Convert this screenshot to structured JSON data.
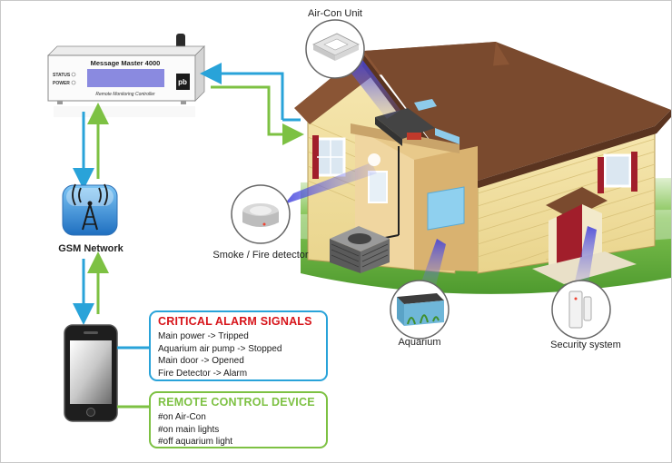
{
  "controller": {
    "title": "Message Master 4000",
    "status_label": "STATUS",
    "power_label": "POWER",
    "subtitle": "Remote Monitoring Controller",
    "logo_text": "pb"
  },
  "network_label": "GSM Network",
  "devices": {
    "aircon": "Air-Con Unit",
    "smoke": "Smoke / Fire detector",
    "aquarium": "Aquarium",
    "security": "Security system"
  },
  "alarm_box": {
    "title": "CRITICAL ALARM SIGNALS",
    "lines": [
      "Main power -> Tripped",
      "Aquarium air pump -> Stopped",
      "Main door -> Opened",
      "Fire Detector -> Alarm"
    ]
  },
  "remote_box": {
    "title": "REMOTE CONTROL DEVICE",
    "lines": [
      "#on Air-Con",
      "#on main lights",
      "#off aquarium light"
    ]
  },
  "colors": {
    "blue_arrow": "#29a3d9",
    "green_arrow": "#7dc143",
    "alarm_title": "#d7141a",
    "beam": "#5a5ae6"
  }
}
